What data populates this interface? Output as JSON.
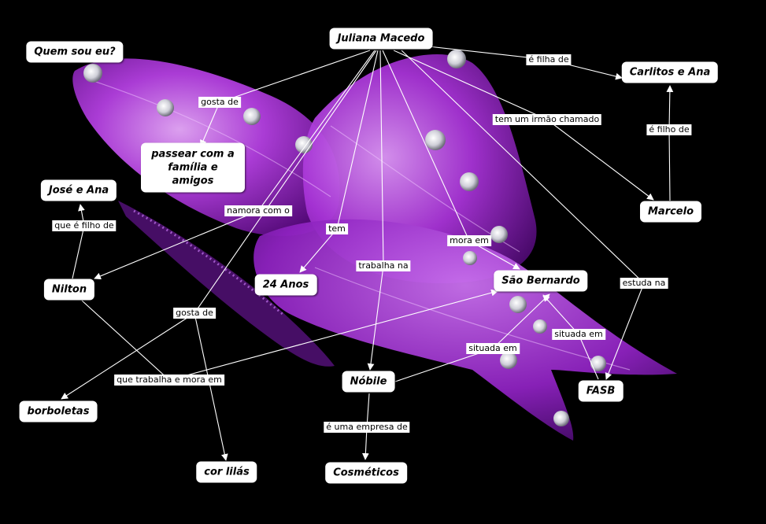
{
  "colors": {
    "background": "#000000",
    "wing_purple": "#b33fe0",
    "wing_light": "#d98cf5",
    "wing_dark": "#6a1190",
    "node_fill": "#ffffff",
    "connector": "#ffffff"
  },
  "decoration": "purple-butterfly-background",
  "nodes": {
    "juliana": "Juliana Macedo",
    "quem_sou_eu": "Quem sou eu?",
    "carlitos_ana": "Carlitos e Ana",
    "passear": "passear com a família e amigos",
    "jose_ana": "José e Ana",
    "marcelo": "Marcelo",
    "nilton": "Nilton",
    "idade": "24 Anos",
    "sao_bernardo": "São Bernardo",
    "nobile": "Nóbile",
    "fasb": "FASB",
    "borboletas": "borboletas",
    "cor_lilas": "cor lilás",
    "cosmeticos": "Cosméticos"
  },
  "links": {
    "filha_de": "é filha de",
    "gosta_de_1": "gosta de",
    "irmao": "tem um irmão chamado",
    "filho_de_1": "é filho de",
    "filho_de_2": "que é filho de",
    "namora": "namora com o",
    "tem": "tem",
    "mora_em": "mora em",
    "trabalha_na": "trabalha na",
    "estuda_na": "estuda na",
    "gosta_de_2": "gosta de",
    "situada_em_1": "situada em",
    "situada_em_2": "situada em",
    "trabalha_mora": "que trabalha e mora em",
    "empresa_de": "é uma empresa de"
  }
}
